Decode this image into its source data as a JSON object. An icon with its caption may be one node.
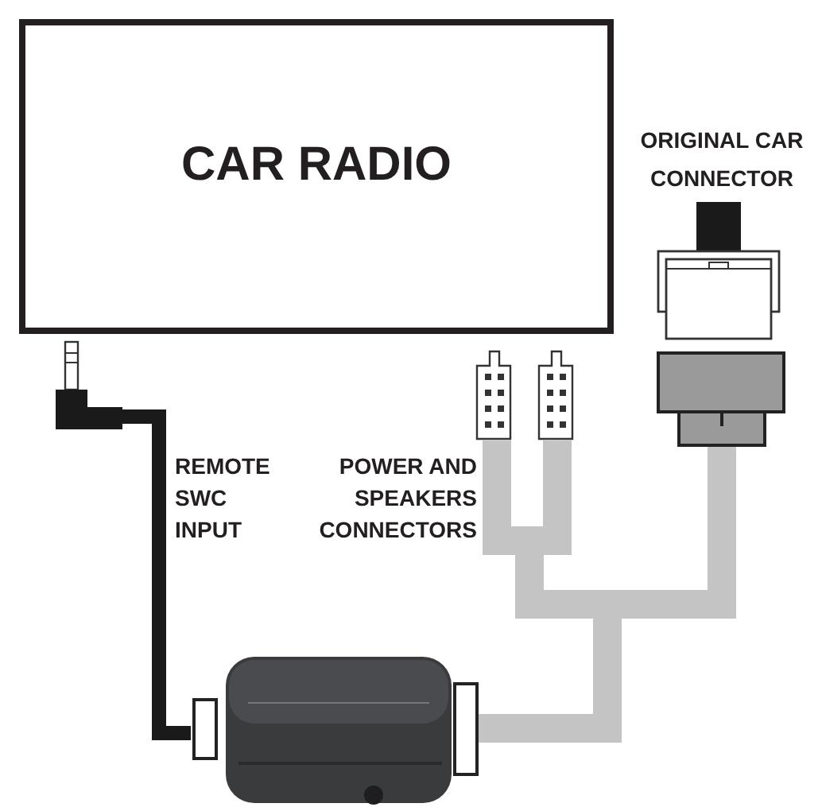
{
  "diagram": {
    "nodes": [
      {
        "text": [
          "CAR RADIO"
        ]
      },
      {
        "text": [],
        "shape": "plug"
      },
      {
        "text": [],
        "shape": "plug"
      },
      {
        "text": [],
        "shape": "plug"
      },
      {
        "text": [
          "ORIGINAL CAR CONNECTOR"
        ]
      },
      {
        "text": [],
        "shape": "plug"
      },
      {
        "text": [],
        "shape": "picture"
      }
    ],
    "edges": [
      {
        "from": 1,
        "to": 6,
        "arrow": "none",
        "color": "#1a1a1a"
      },
      {
        "from": 2,
        "to": 6,
        "arrow": "none"
      },
      {
        "from": 3,
        "to": 6,
        "arrow": "none"
      },
      {
        "from": 5,
        "to": 6,
        "arrow": "none"
      }
    ],
    "labels": [
      "REMOTE SWC INPUT",
      "POWER AND SPEAKERS CONNECTORS"
    ]
  }
}
